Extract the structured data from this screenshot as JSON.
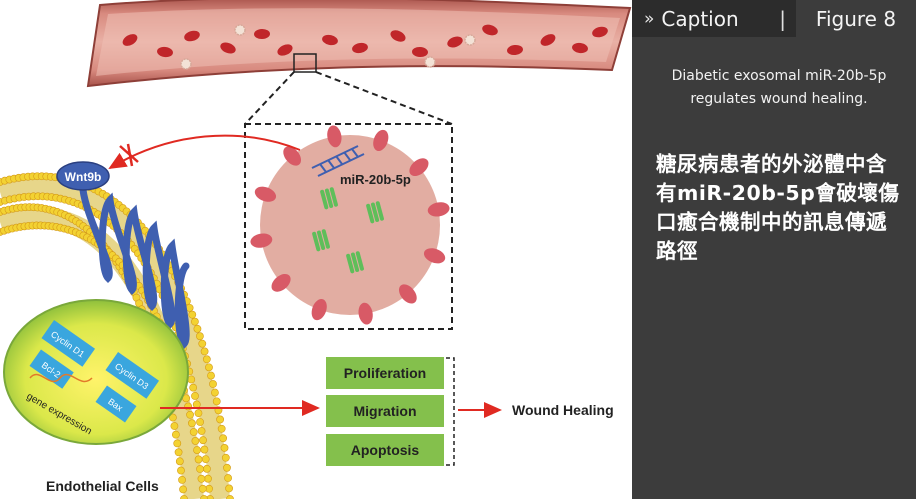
{
  "figure": {
    "receptor_label": "Wnt9b",
    "mirna_label": "miR-20b-5p",
    "gene_box_1": "Cyclin D1",
    "gene_box_2": "Bcl-2",
    "gene_box_3": "Cyclin D3",
    "gene_box_4": "Bax",
    "gene_expression_label": "gene expression",
    "outcomes": [
      "Proliferation",
      "Migration",
      "Apoptosis"
    ],
    "result_label": "Wound Healing",
    "cell_label": "Endothelial Cells",
    "colors": {
      "vessel": "#c8786e",
      "exosome": "#e2ada2",
      "membrane_head": "#f3d232",
      "receptor": "#3f5fb0",
      "nucleus": "#a5cc40",
      "gene_box": "#3aa6de",
      "outcome_box": "#84c04c",
      "inhibit_arrow": "#e02a22"
    }
  },
  "caption": {
    "chevron_icon": "double-chevron-right",
    "title": "Caption",
    "separator": "|",
    "figure_number": "Figure 8",
    "english": "Diabetic exosomal miR-20b-5p regulates wound healing.",
    "chinese": "糖尿病患者的外泌體中含有miR-20b-5p會破壞傷口癒合機制中的訊息傳遞路徑"
  }
}
